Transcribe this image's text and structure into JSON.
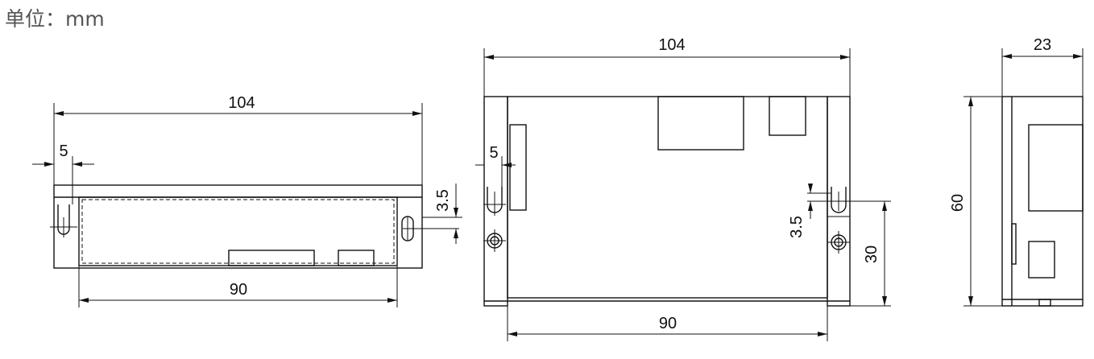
{
  "unit_label": "单位：mm",
  "dimensions": {
    "bottom_view": {
      "length": "104",
      "edge_offset": "5",
      "hole_height": "3.5",
      "hole_spacing": "90"
    },
    "top_view": {
      "length": "104",
      "edge_offset": "5",
      "hole_height": "3.5",
      "hole_spacing": "90",
      "hole_vertical": "30"
    },
    "side_view": {
      "width": "23",
      "height": "60"
    }
  }
}
